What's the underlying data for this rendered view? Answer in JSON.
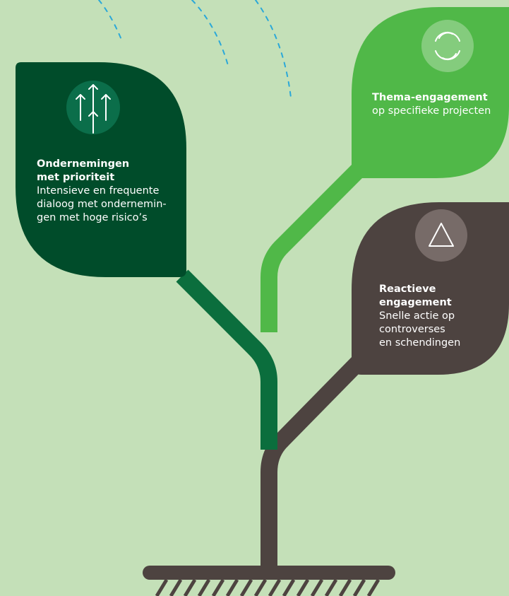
{
  "colors": {
    "background": "#c4e0b8",
    "dark_green": "#004c2a",
    "mid_green": "#0b6e3d",
    "bright_green": "#50b848",
    "brown": "#4d4340",
    "icon_circle_dark": "#0b6e4a",
    "icon_circle_light": "#84cc7d",
    "icon_circle_brown": "#776b68",
    "dash_blue": "#2ba8d8"
  },
  "leaves": [
    {
      "id": "priority",
      "icon": "arrows-up-icon",
      "title": "Ondernemingen\nmet prioriteit",
      "description": "Intensieve en frequente\ndialoog met ondernemin-\ngen met hoge risico’s"
    },
    {
      "id": "thema",
      "icon": "circular-arrows-icon",
      "title": "Thema-engagement",
      "description": "op specifieke projecten"
    },
    {
      "id": "reactive",
      "icon": "triangle-icon",
      "title": "Reactieve engagement",
      "description": "Snelle actie op\ncontroverses\nen schendingen"
    }
  ]
}
